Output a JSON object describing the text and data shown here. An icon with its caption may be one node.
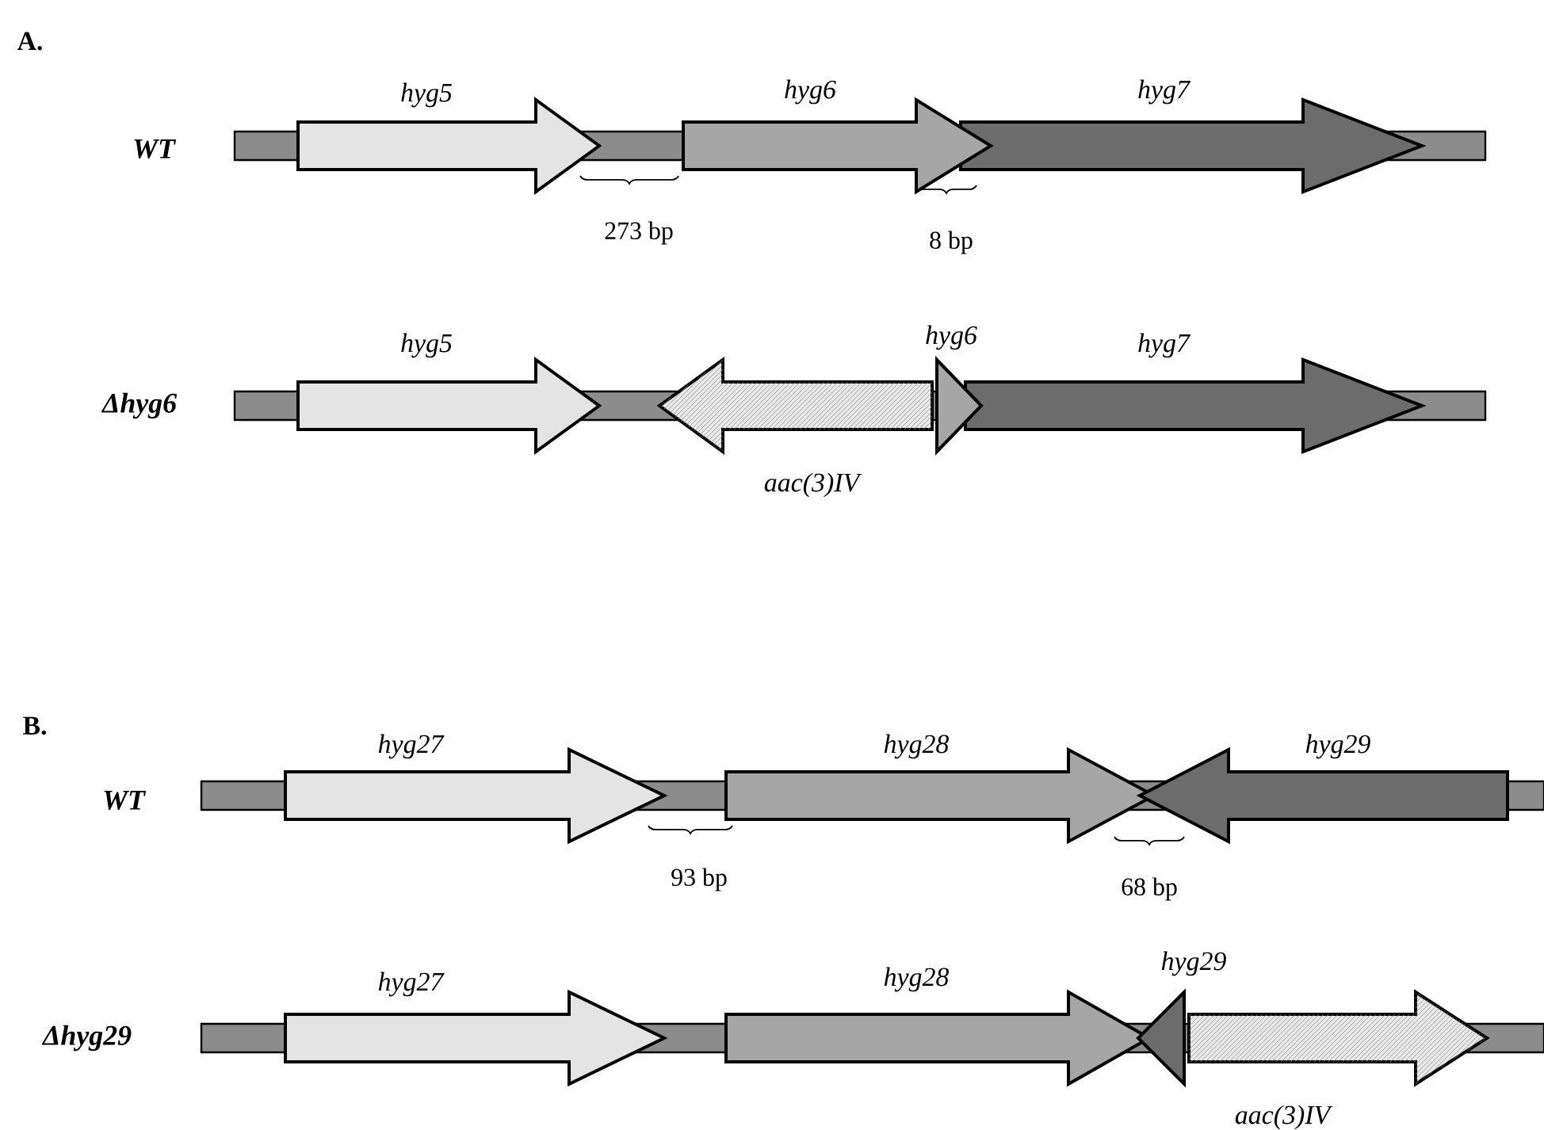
{
  "diagram": {
    "nodes": [
      {
        "text": [
          "hyg5"
        ]
      },
      {
        "text": [
          "hyg6"
        ]
      },
      {
        "text": [
          "hyg7"
        ]
      },
      {
        "text": [
          "hyg5"
        ]
      },
      {
        "text": [
          "hyg6"
        ]
      },
      {
        "text": [
          "hyg7"
        ]
      },
      {
        "text": [
          "aac(3)IV"
        ]
      },
      {
        "text": [
          "hyg27"
        ]
      },
      {
        "text": [
          "hyg28"
        ]
      },
      {
        "text": [
          "hyg29"
        ]
      },
      {
        "text": [
          "hyg27"
        ]
      },
      {
        "text": [
          "hyg28"
        ]
      },
      {
        "text": [
          "hyg29"
        ]
      },
      {
        "text": [
          "aac(3)IV"
        ]
      },
      {
        "text": [],
        "shape": "bar"
      },
      {
        "text": [],
        "shape": "bar"
      },
      {
        "text": [],
        "shape": "bar"
      },
      {
        "text": [],
        "shape": "bar"
      }
    ],
    "labels": [
      "A.",
      "WT",
      "273 bp",
      "8 bp",
      "Δhyg6",
      "B.",
      "WT",
      "93 bp",
      "68 bp",
      "Δhyg29"
    ]
  }
}
